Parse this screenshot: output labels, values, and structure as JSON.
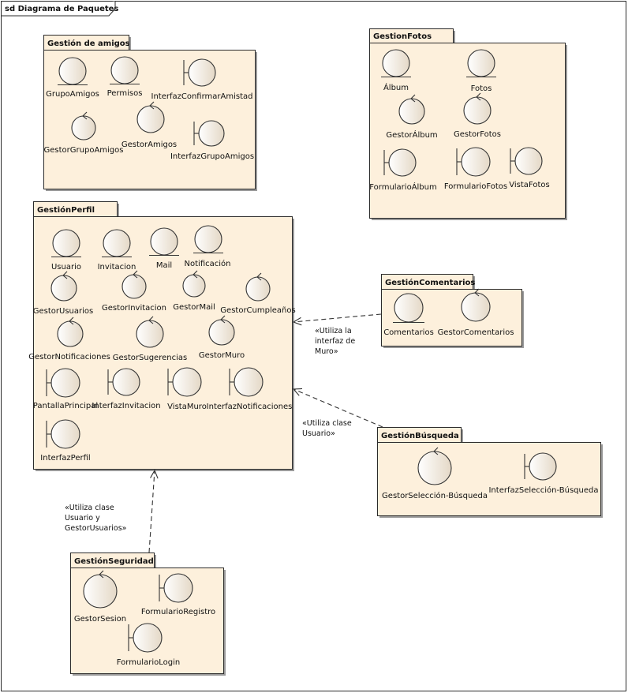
{
  "frame": {
    "title": "sd Diagrama de Paquetes"
  },
  "colors": {
    "package_fill": "#fdf0dc",
    "package_border": "#2b2b2b",
    "element_fill": "#f3ebe0",
    "element_stroke": "#333333",
    "line": "#333333"
  },
  "packages": [
    {
      "name": "Gestión de amigos",
      "elements": [
        {
          "type": "entity",
          "label": "GrupoAmigos"
        },
        {
          "type": "entity",
          "label": "Permisos"
        },
        {
          "type": "boundary",
          "label": "InterfazConfirmarAmistad"
        },
        {
          "type": "control",
          "label": "GestorGrupoAmigos"
        },
        {
          "type": "control",
          "label": "GestorAmigos"
        },
        {
          "type": "boundary",
          "label": "InterfazGrupoAmigos"
        }
      ]
    },
    {
      "name": "GestionFotos",
      "elements": [
        {
          "type": "entity",
          "label": "Álbum"
        },
        {
          "type": "entity",
          "label": "Fotos"
        },
        {
          "type": "control",
          "label": "GestorÁlbum"
        },
        {
          "type": "control",
          "label": "GestorFotos"
        },
        {
          "type": "boundary",
          "label": "FormularioÁlbum"
        },
        {
          "type": "boundary",
          "label": "FormularioFotos"
        },
        {
          "type": "boundary",
          "label": "VistaFotos"
        }
      ]
    },
    {
      "name": "GestiónPerfil",
      "elements": [
        {
          "type": "entity",
          "label": "Usuario"
        },
        {
          "type": "entity",
          "label": "Invitacion"
        },
        {
          "type": "entity",
          "label": "Mail"
        },
        {
          "type": "entity",
          "label": "Notificación"
        },
        {
          "type": "control",
          "label": "GestorUsuarios"
        },
        {
          "type": "control",
          "label": "GestorInvitacion"
        },
        {
          "type": "control",
          "label": "GestorMail"
        },
        {
          "type": "control",
          "label": "GestorCumpleaños"
        },
        {
          "type": "control",
          "label": "GestorNotificaciones"
        },
        {
          "type": "control",
          "label": "GestorSugerencias"
        },
        {
          "type": "control",
          "label": "GestorMuro"
        },
        {
          "type": "boundary",
          "label": "PantallaPrincipal"
        },
        {
          "type": "boundary",
          "label": "InterfazInvitacion"
        },
        {
          "type": "boundary",
          "label": "VistaMuro"
        },
        {
          "type": "boundary",
          "label": "InterfazNotificaciones"
        },
        {
          "type": "boundary",
          "label": "InterfazPerfil"
        }
      ]
    },
    {
      "name": "GestiónComentarios",
      "elements": [
        {
          "type": "entity",
          "label": "Comentarios"
        },
        {
          "type": "control",
          "label": "GestorComentarios"
        }
      ]
    },
    {
      "name": "GestiónBúsqueda",
      "elements": [
        {
          "type": "control",
          "label": "GestorSelección-Búsqueda"
        },
        {
          "type": "boundary",
          "label": "InterfazSelección-Búsqueda"
        }
      ]
    },
    {
      "name": "GestiónSeguridad",
      "elements": [
        {
          "type": "control",
          "label": "GestorSesion"
        },
        {
          "type": "boundary",
          "label": "FormularioRegistro"
        },
        {
          "type": "boundary",
          "label": "FormularioLogin"
        }
      ]
    }
  ],
  "dependencies": [
    {
      "from": "GestiónComentarios",
      "to": "GestiónPerfil",
      "note": [
        "«Utiliza la",
        "interfaz de",
        "Muro»"
      ]
    },
    {
      "from": "GestiónBúsqueda",
      "to": "GestiónPerfil",
      "note": [
        "«Utiliza clase",
        "Usuario»"
      ]
    },
    {
      "from": "GestiónSeguridad",
      "to": "GestiónPerfil",
      "note": [
        "«Utiliza clase",
        "Usuario y",
        "GestorUsuarios»"
      ]
    }
  ]
}
